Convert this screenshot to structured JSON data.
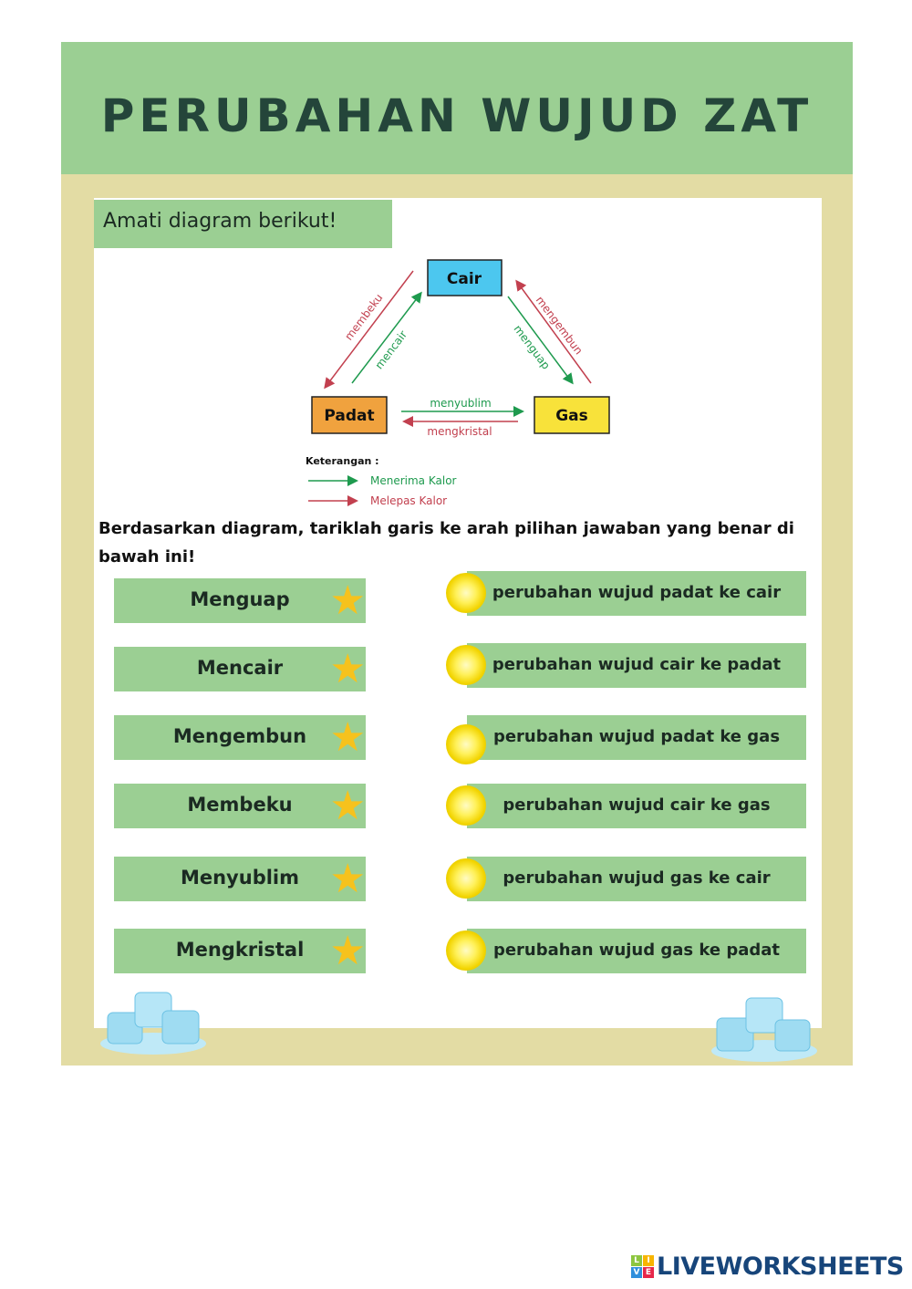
{
  "title": "PERUBAHAN WUJUD ZAT",
  "instruction": "Amati diagram berikut!",
  "diagram": {
    "states": {
      "cair": "Cair",
      "padat": "Padat",
      "gas": "Gas"
    },
    "processes": {
      "membeku": "membeku",
      "mencair": "mencair",
      "menguap": "menguap",
      "mengembun": "mengembun",
      "menyublim": "menyublim",
      "mengkristal": "mengkristal"
    },
    "legend": {
      "title": "Keterangan :",
      "receive": "Menerima Kalor",
      "release": "Melepas Kalor"
    },
    "colors": {
      "green": "#1e9a4e",
      "red": "#c2404f",
      "cair": "#4cc7ef",
      "padat": "#f0a23e",
      "gas": "#f8e23a"
    }
  },
  "question": "Berdasarkan diagram, tariklah garis ke arah pilihan jawaban yang benar di bawah ini!",
  "left_items": [
    "Menguap",
    "Mencair",
    "Mengembun",
    "Membeku",
    "Menyublim",
    "Mengkristal"
  ],
  "right_items": [
    "perubahan wujud padat ke cair",
    "perubahan wujud cair ke padat",
    "perubahan wujud padat ke gas",
    "perubahan wujud cair ke gas",
    "perubahan wujud gas ke cair",
    "perubahan wujud gas ke padat"
  ],
  "logo": {
    "text": "LIVEWORKSHEETS",
    "letters": [
      "L",
      "I",
      "V",
      "E"
    ]
  }
}
